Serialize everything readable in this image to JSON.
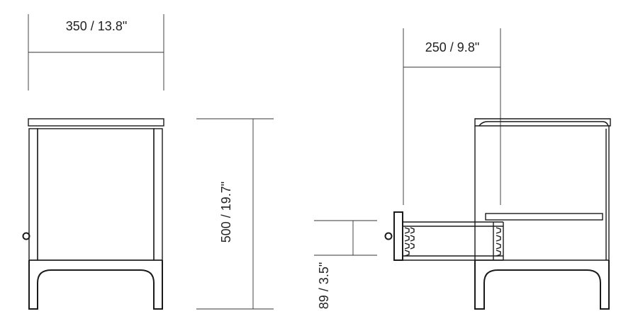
{
  "dimensions": {
    "front_width": "350 / 13.8\"",
    "height": "500 / 19.7\"",
    "drawer_depth": "250 / 9.8\"",
    "drawer_height": "89 / 3.5\""
  },
  "colors": {
    "line": "#1a1a1a",
    "dimension": "#333333",
    "background": "#ffffff"
  }
}
